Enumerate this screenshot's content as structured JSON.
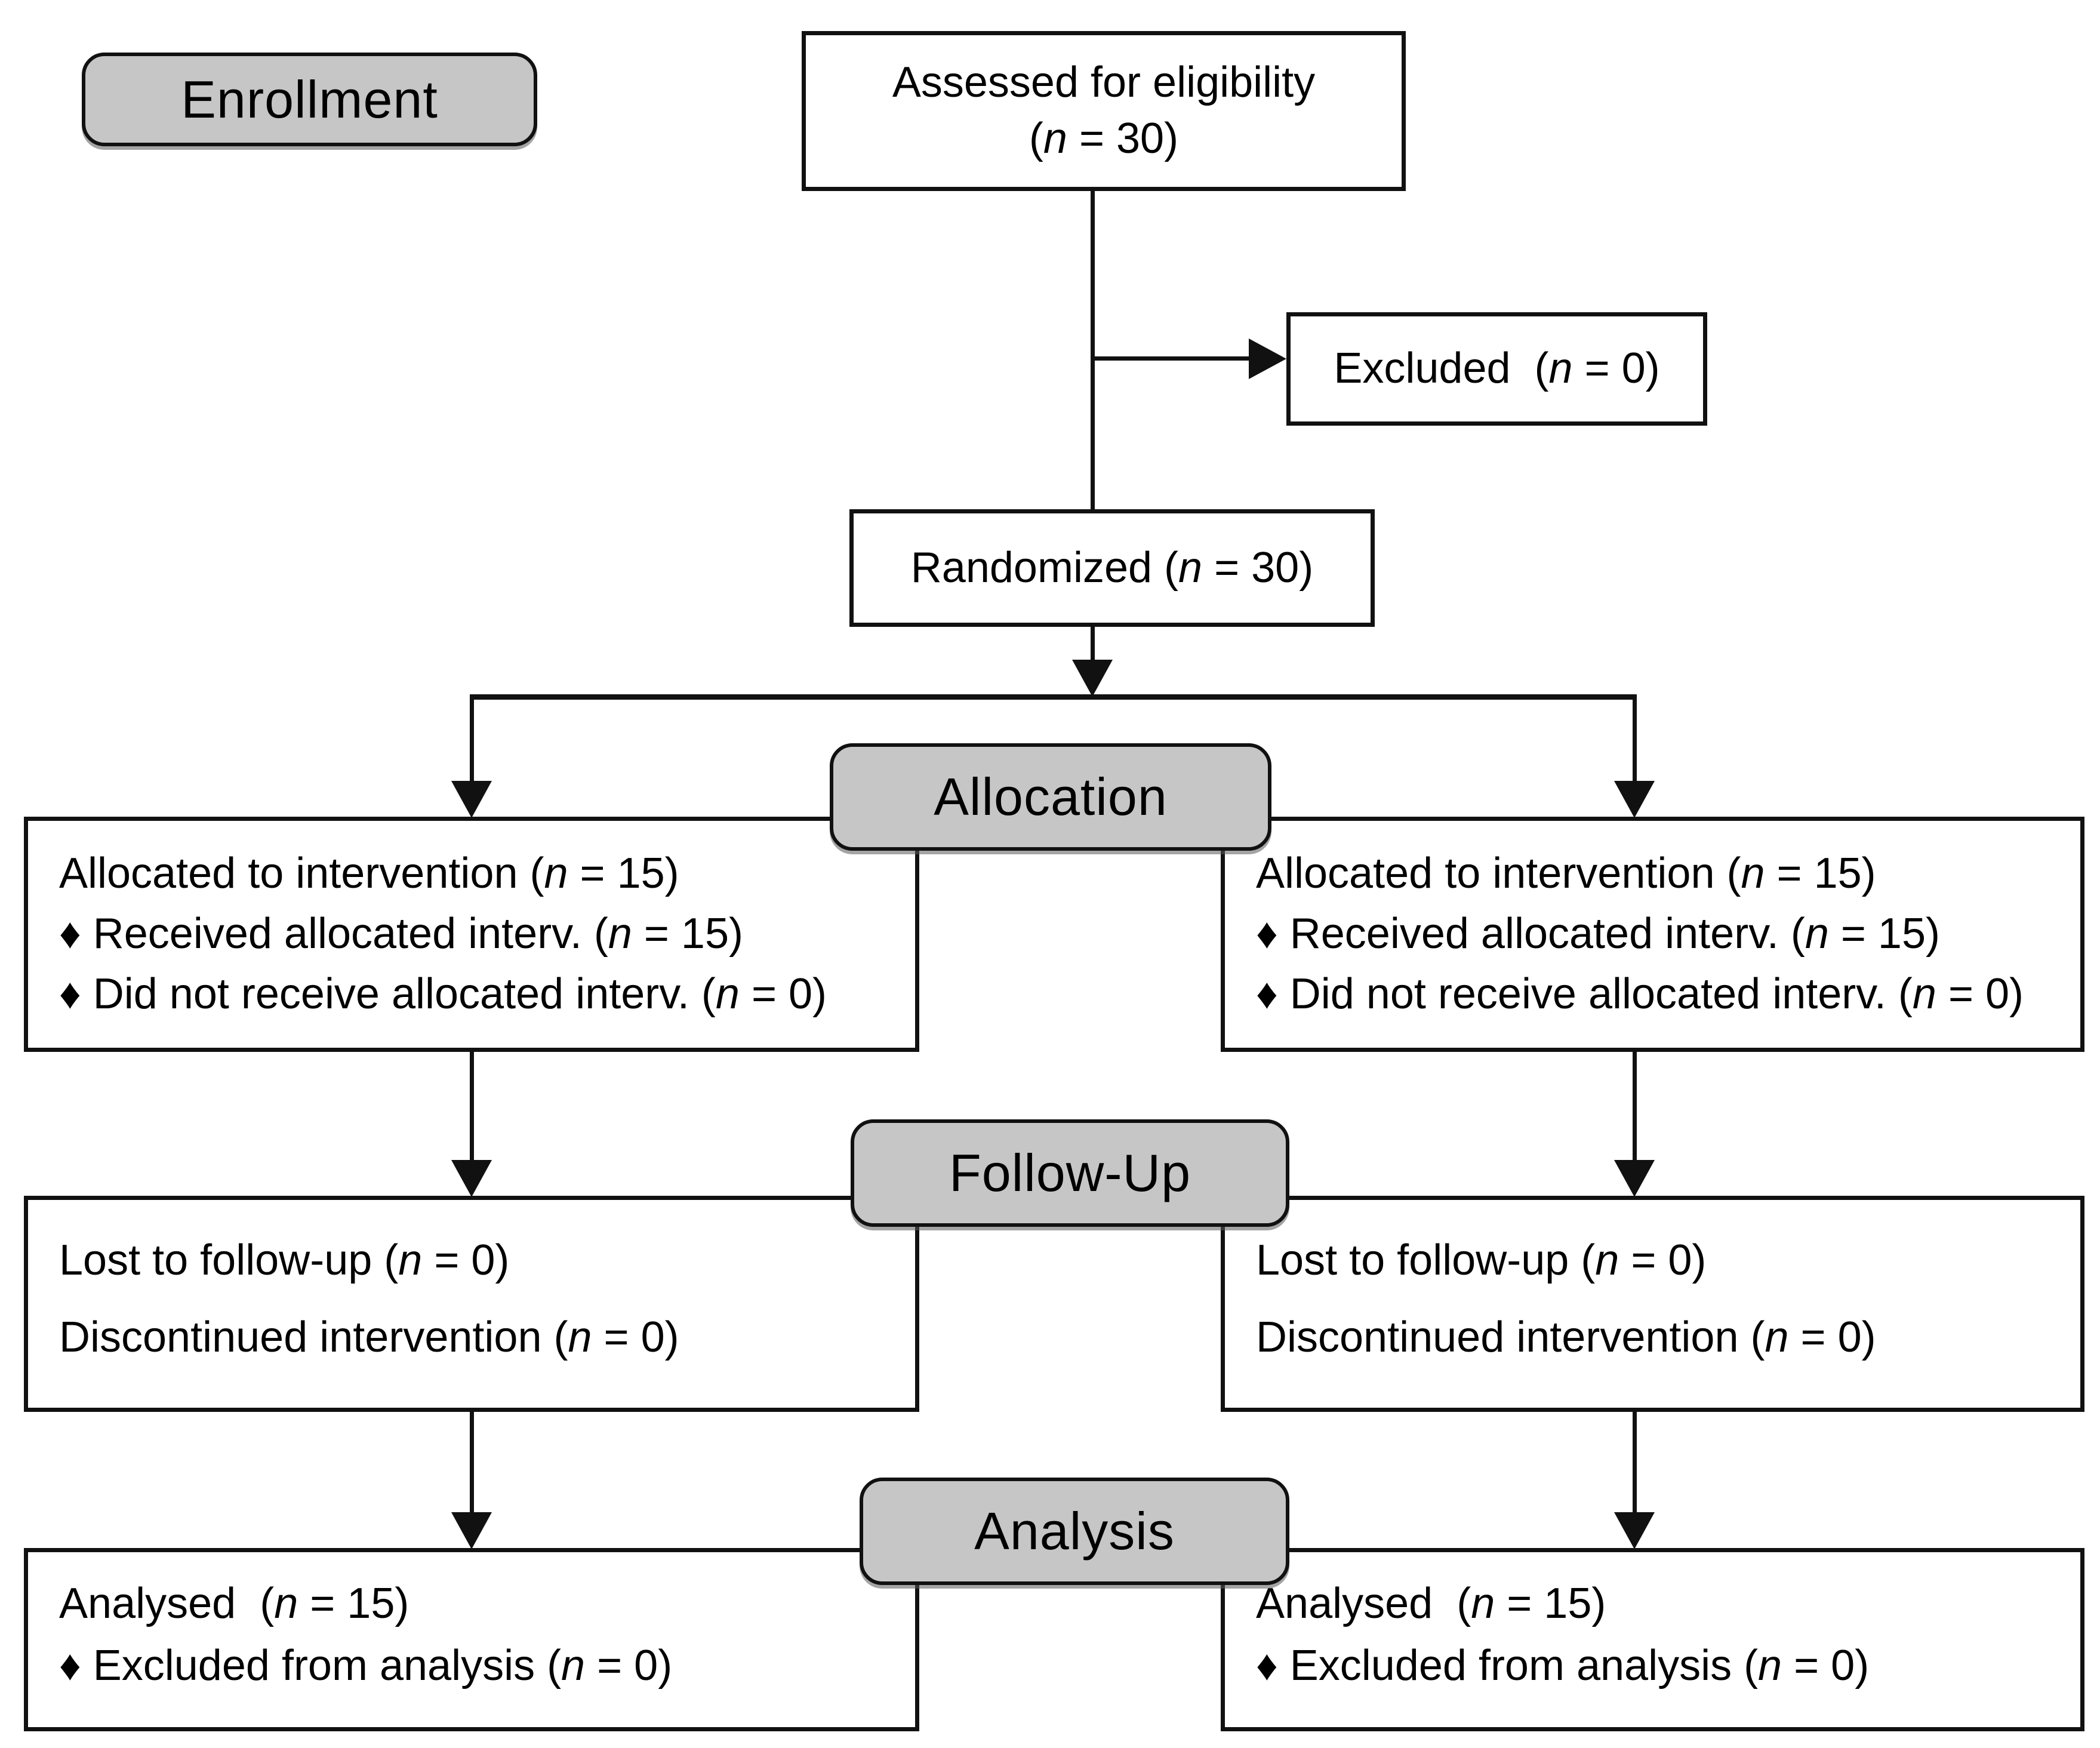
{
  "labels": {
    "enrollment": "Enrollment",
    "allocation": "Allocation",
    "followup": "Follow-Up",
    "analysis": "Analysis"
  },
  "boxes": {
    "assessed": {
      "lines": [
        {
          "pre": "Assessed for eligibility",
          "n": "",
          "post": ""
        },
        {
          "pre": "(",
          "n": "n",
          "post": " = 30)"
        }
      ]
    },
    "excluded": {
      "lines": [
        {
          "pre": "Excluded  (",
          "n": "n",
          "post": " = 0)"
        }
      ]
    },
    "randomized": {
      "lines": [
        {
          "pre": "Randomized (",
          "n": "n",
          "post": " = 30)"
        }
      ]
    },
    "allocation_left": {
      "lines": [
        {
          "pre": "Allocated to intervention (",
          "n": "n",
          "post": " = 15)"
        },
        {
          "pre": "♦ Received allocated interv. (",
          "n": "n",
          "post": " = 15)"
        },
        {
          "pre": "♦ Did not receive allocated interv. (",
          "n": "n",
          "post": " = 0)"
        }
      ]
    },
    "allocation_right": {
      "lines": [
        {
          "pre": "Allocated to intervention (",
          "n": "n",
          "post": " = 15)"
        },
        {
          "pre": "♦ Received allocated interv. (",
          "n": "n",
          "post": " = 15)"
        },
        {
          "pre": "♦ Did not receive allocated interv. (",
          "n": "n",
          "post": " = 0)"
        }
      ]
    },
    "followup_left": {
      "lines": [
        {
          "pre": "Lost to follow-up (",
          "n": "n",
          "post": " = 0)"
        },
        {
          "pre": "Discontinued intervention (",
          "n": "n",
          "post": " = 0)"
        }
      ]
    },
    "followup_right": {
      "lines": [
        {
          "pre": "Lost to follow-up (",
          "n": "n",
          "post": " = 0)"
        },
        {
          "pre": "Discontinued intervention (",
          "n": "n",
          "post": " = 0)"
        }
      ]
    },
    "analysis_left": {
      "lines": [
        {
          "pre": "Analysed  (",
          "n": "n",
          "post": " = 15)"
        },
        {
          "pre": "♦ Excluded from analysis (",
          "n": "n",
          "post": " = 0)"
        }
      ]
    },
    "analysis_right": {
      "lines": [
        {
          "pre": "Analysed  (",
          "n": "n",
          "post": " = 15)"
        },
        {
          "pre": "♦ Excluded from analysis (",
          "n": "n",
          "post": " = 0)"
        }
      ]
    }
  },
  "colors": {
    "box_border": "#111111",
    "line": "#111111",
    "label_fill": "#c6c6c6",
    "text": "#000000"
  }
}
